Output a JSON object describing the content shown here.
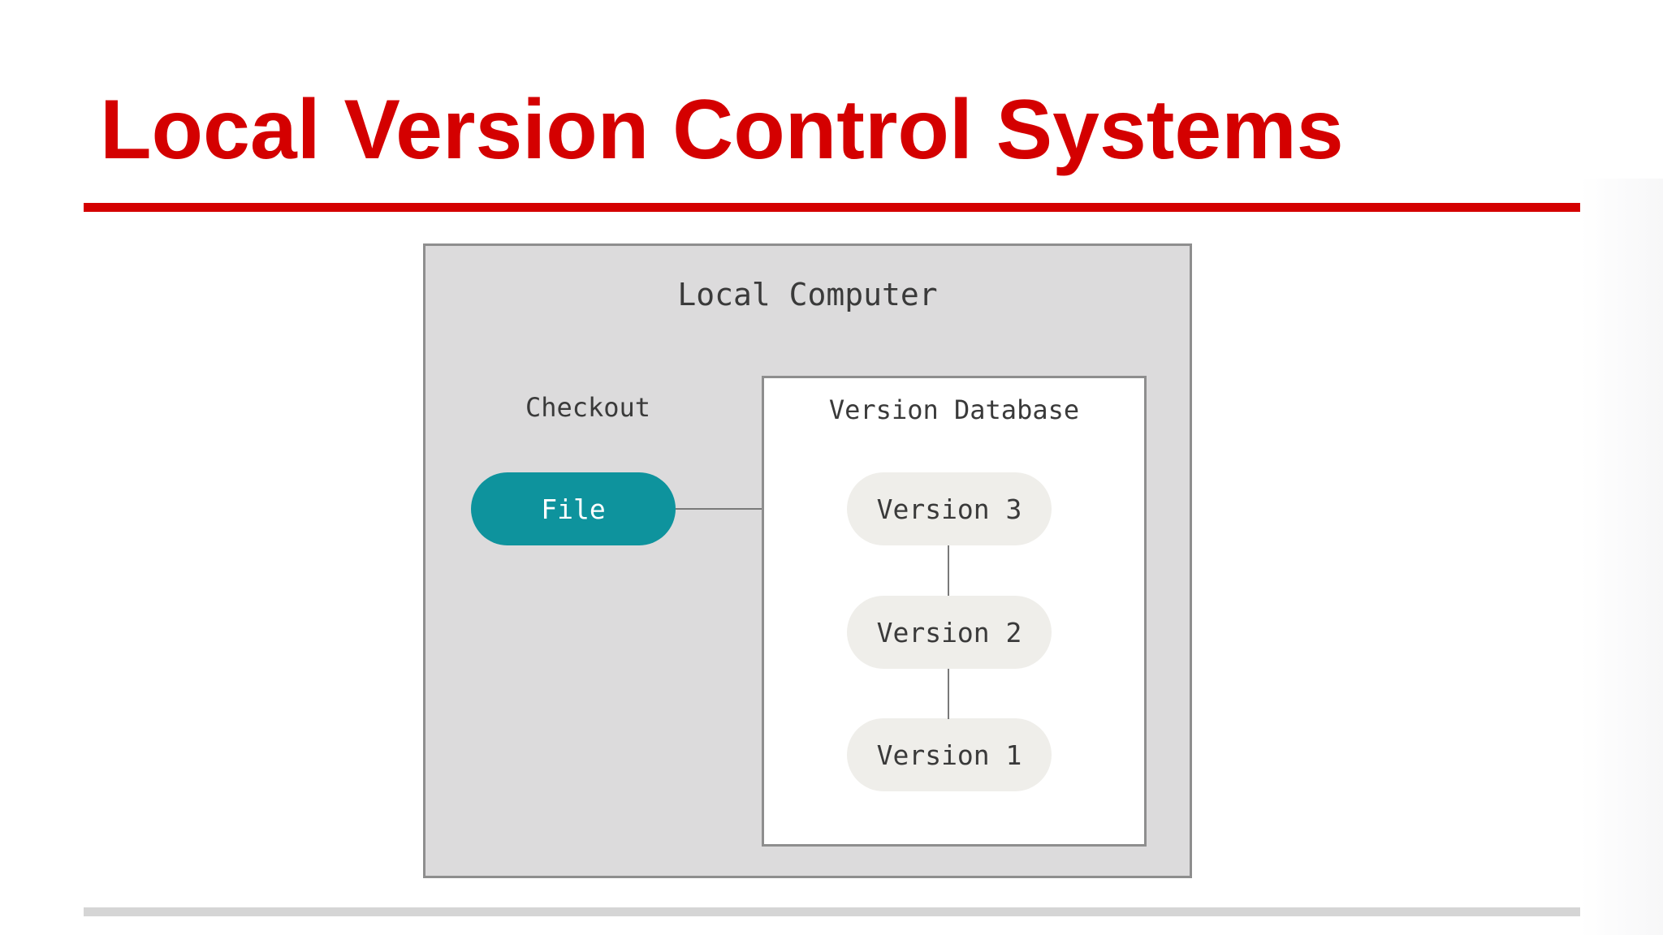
{
  "slide": {
    "title": "Local Version Control Systems"
  },
  "colors": {
    "title": "#d40000",
    "rule_top": "#d40000",
    "rule_bottom": "#d5d5d5",
    "computer_fill": "#dcdbdc",
    "database_fill": "#ffffff",
    "file_pill": "#0e939d",
    "file_text": "#ffffff",
    "version_pill": "#efeeea",
    "text_dark": "#3a3a3a",
    "connector": "#7a7a7a"
  },
  "diagram": {
    "computer_label": "Local Computer",
    "checkout_label": "Checkout",
    "file_label": "File",
    "database_label": "Version Database",
    "versions": [
      "Version 3",
      "Version 2",
      "Version 1"
    ]
  }
}
